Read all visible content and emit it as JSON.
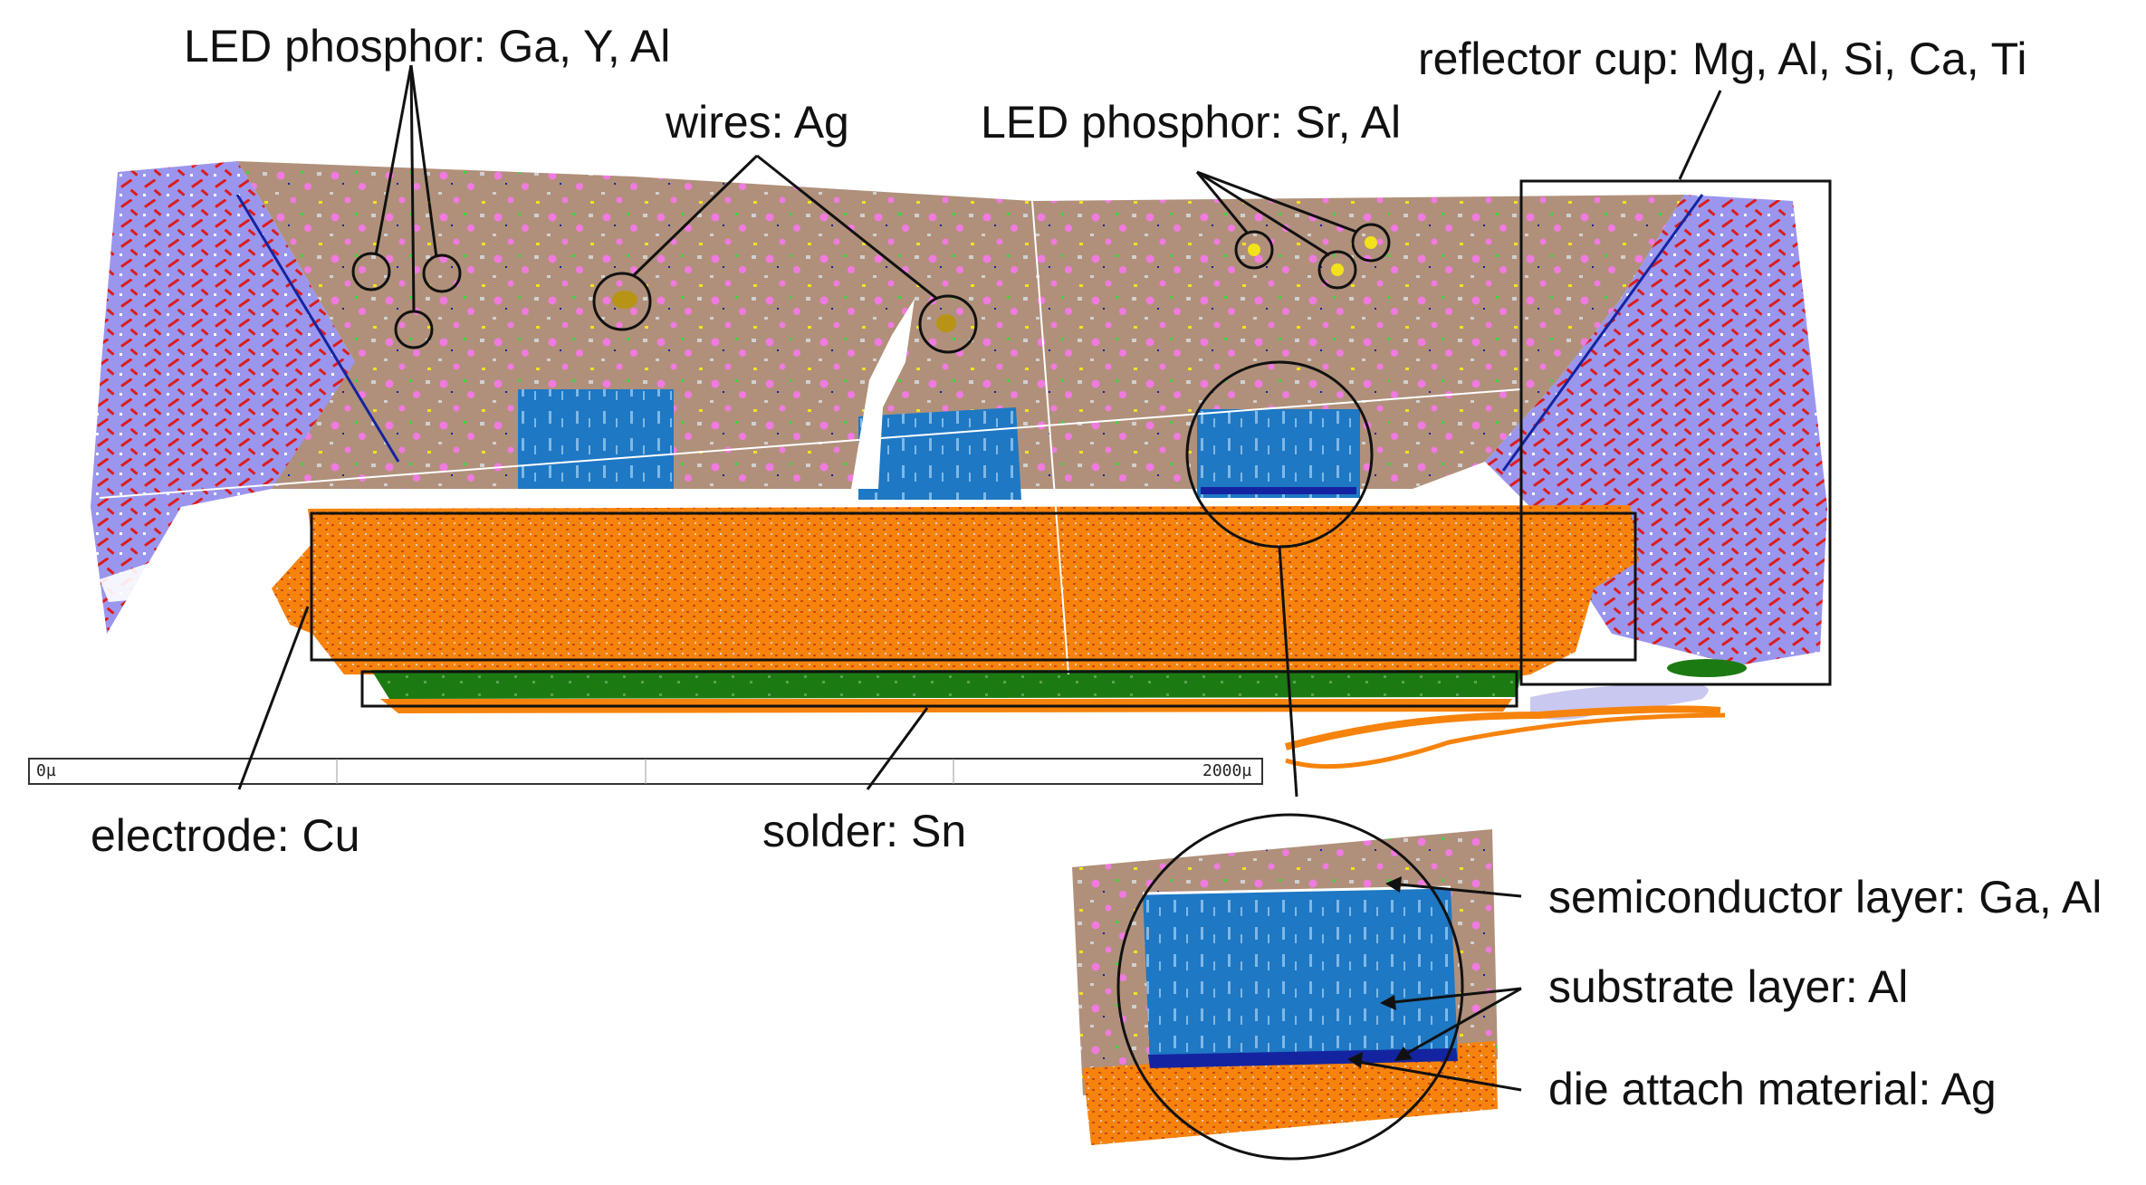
{
  "labels": {
    "phosphor_ga_y_al": "LED phosphor: Ga, Y, Al",
    "wires_ag": "wires: Ag",
    "phosphor_sr_al": "LED phosphor: Sr, Al",
    "reflector_cup": "reflector cup: Mg, Al, Si, Ca, Ti",
    "electrode_cu": "electrode: Cu",
    "solder_sn": "solder: Sn",
    "semiconductor_layer": "semiconductor layer: Ga, Al",
    "substrate_layer": "substrate layer: Al",
    "die_attach": "die attach material: Ag"
  },
  "scale_bar": {
    "start_label": "0µ",
    "end_label": "2000µ"
  },
  "colors": {
    "encapsulant": "#b0907a",
    "reflector": "#9a96ee",
    "reflector_speckle": "#dd1c1c",
    "electrode": "#f6830c",
    "electrode_speckle": "#c8480e",
    "solder": "#1c7a12",
    "die": "#1e78c4",
    "die_attach": "#1424a0",
    "phosphor_pink": "#f07ae0",
    "phosphor_yellow": "#f2e21c",
    "phosphor_green": "#3cd63c",
    "wire": "#b89416",
    "outline": "#111111"
  }
}
